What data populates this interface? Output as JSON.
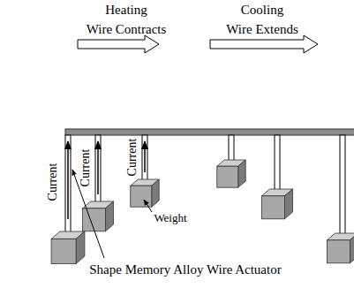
{
  "diagram": {
    "labels": [
      "Heating",
      "Wire Contracts",
      "Cooling",
      "Wire Extends",
      "Current",
      "Current",
      "Current",
      "Weight",
      "Shape Memory Alloy Wire Actuator"
    ]
  }
}
